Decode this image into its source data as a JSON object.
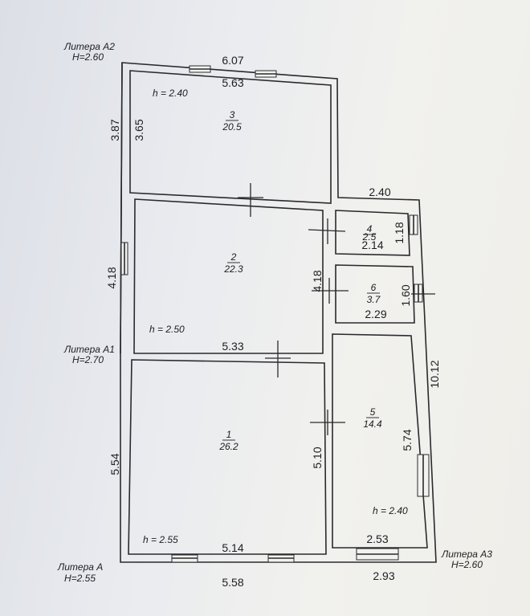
{
  "liters": {
    "a2_name": "Литера А2",
    "a2_h": "H=2.60",
    "a1_name": "Литера А1",
    "a1_h": "H=2.70",
    "a_name": "Литера А",
    "a_h": "H=2.55",
    "a3_name": "Литера А3",
    "a3_h": "H=2.60"
  },
  "rooms": {
    "r1": {
      "num": "1",
      "area": "26.2",
      "h": "h = 2.55"
    },
    "r2": {
      "num": "2",
      "area": "22.3",
      "h": "h = 2.50"
    },
    "r3": {
      "num": "3",
      "area": "20.5",
      "h": "h = 2.40"
    },
    "r4": {
      "num": "4",
      "area": "2.5"
    },
    "r5": {
      "num": "5",
      "area": "14.4",
      "h": "h = 2.40"
    },
    "r6": {
      "num": "6",
      "area": "3.7"
    }
  },
  "dims": {
    "top_outer": "6.07",
    "top_inner": "5.63",
    "a2_left_outer": "3.87",
    "a2_left_inner": "3.65",
    "a3_top": "2.40",
    "r4_width": "2.14",
    "r4_height": "1.18",
    "a1_left": "4.18",
    "a1_right": "4.18",
    "r6_height": "1.60",
    "r6_width": "2.29",
    "r2_bottom": "5.33",
    "right_total": "10.12",
    "r1_left": "5.54",
    "r1_right": "5.10",
    "r5_height": "5.74",
    "r1_bottom_inner": "5.14",
    "r5_bottom_inner": "2.53",
    "bottom_a": "5.58",
    "bottom_a3": "2.93"
  }
}
